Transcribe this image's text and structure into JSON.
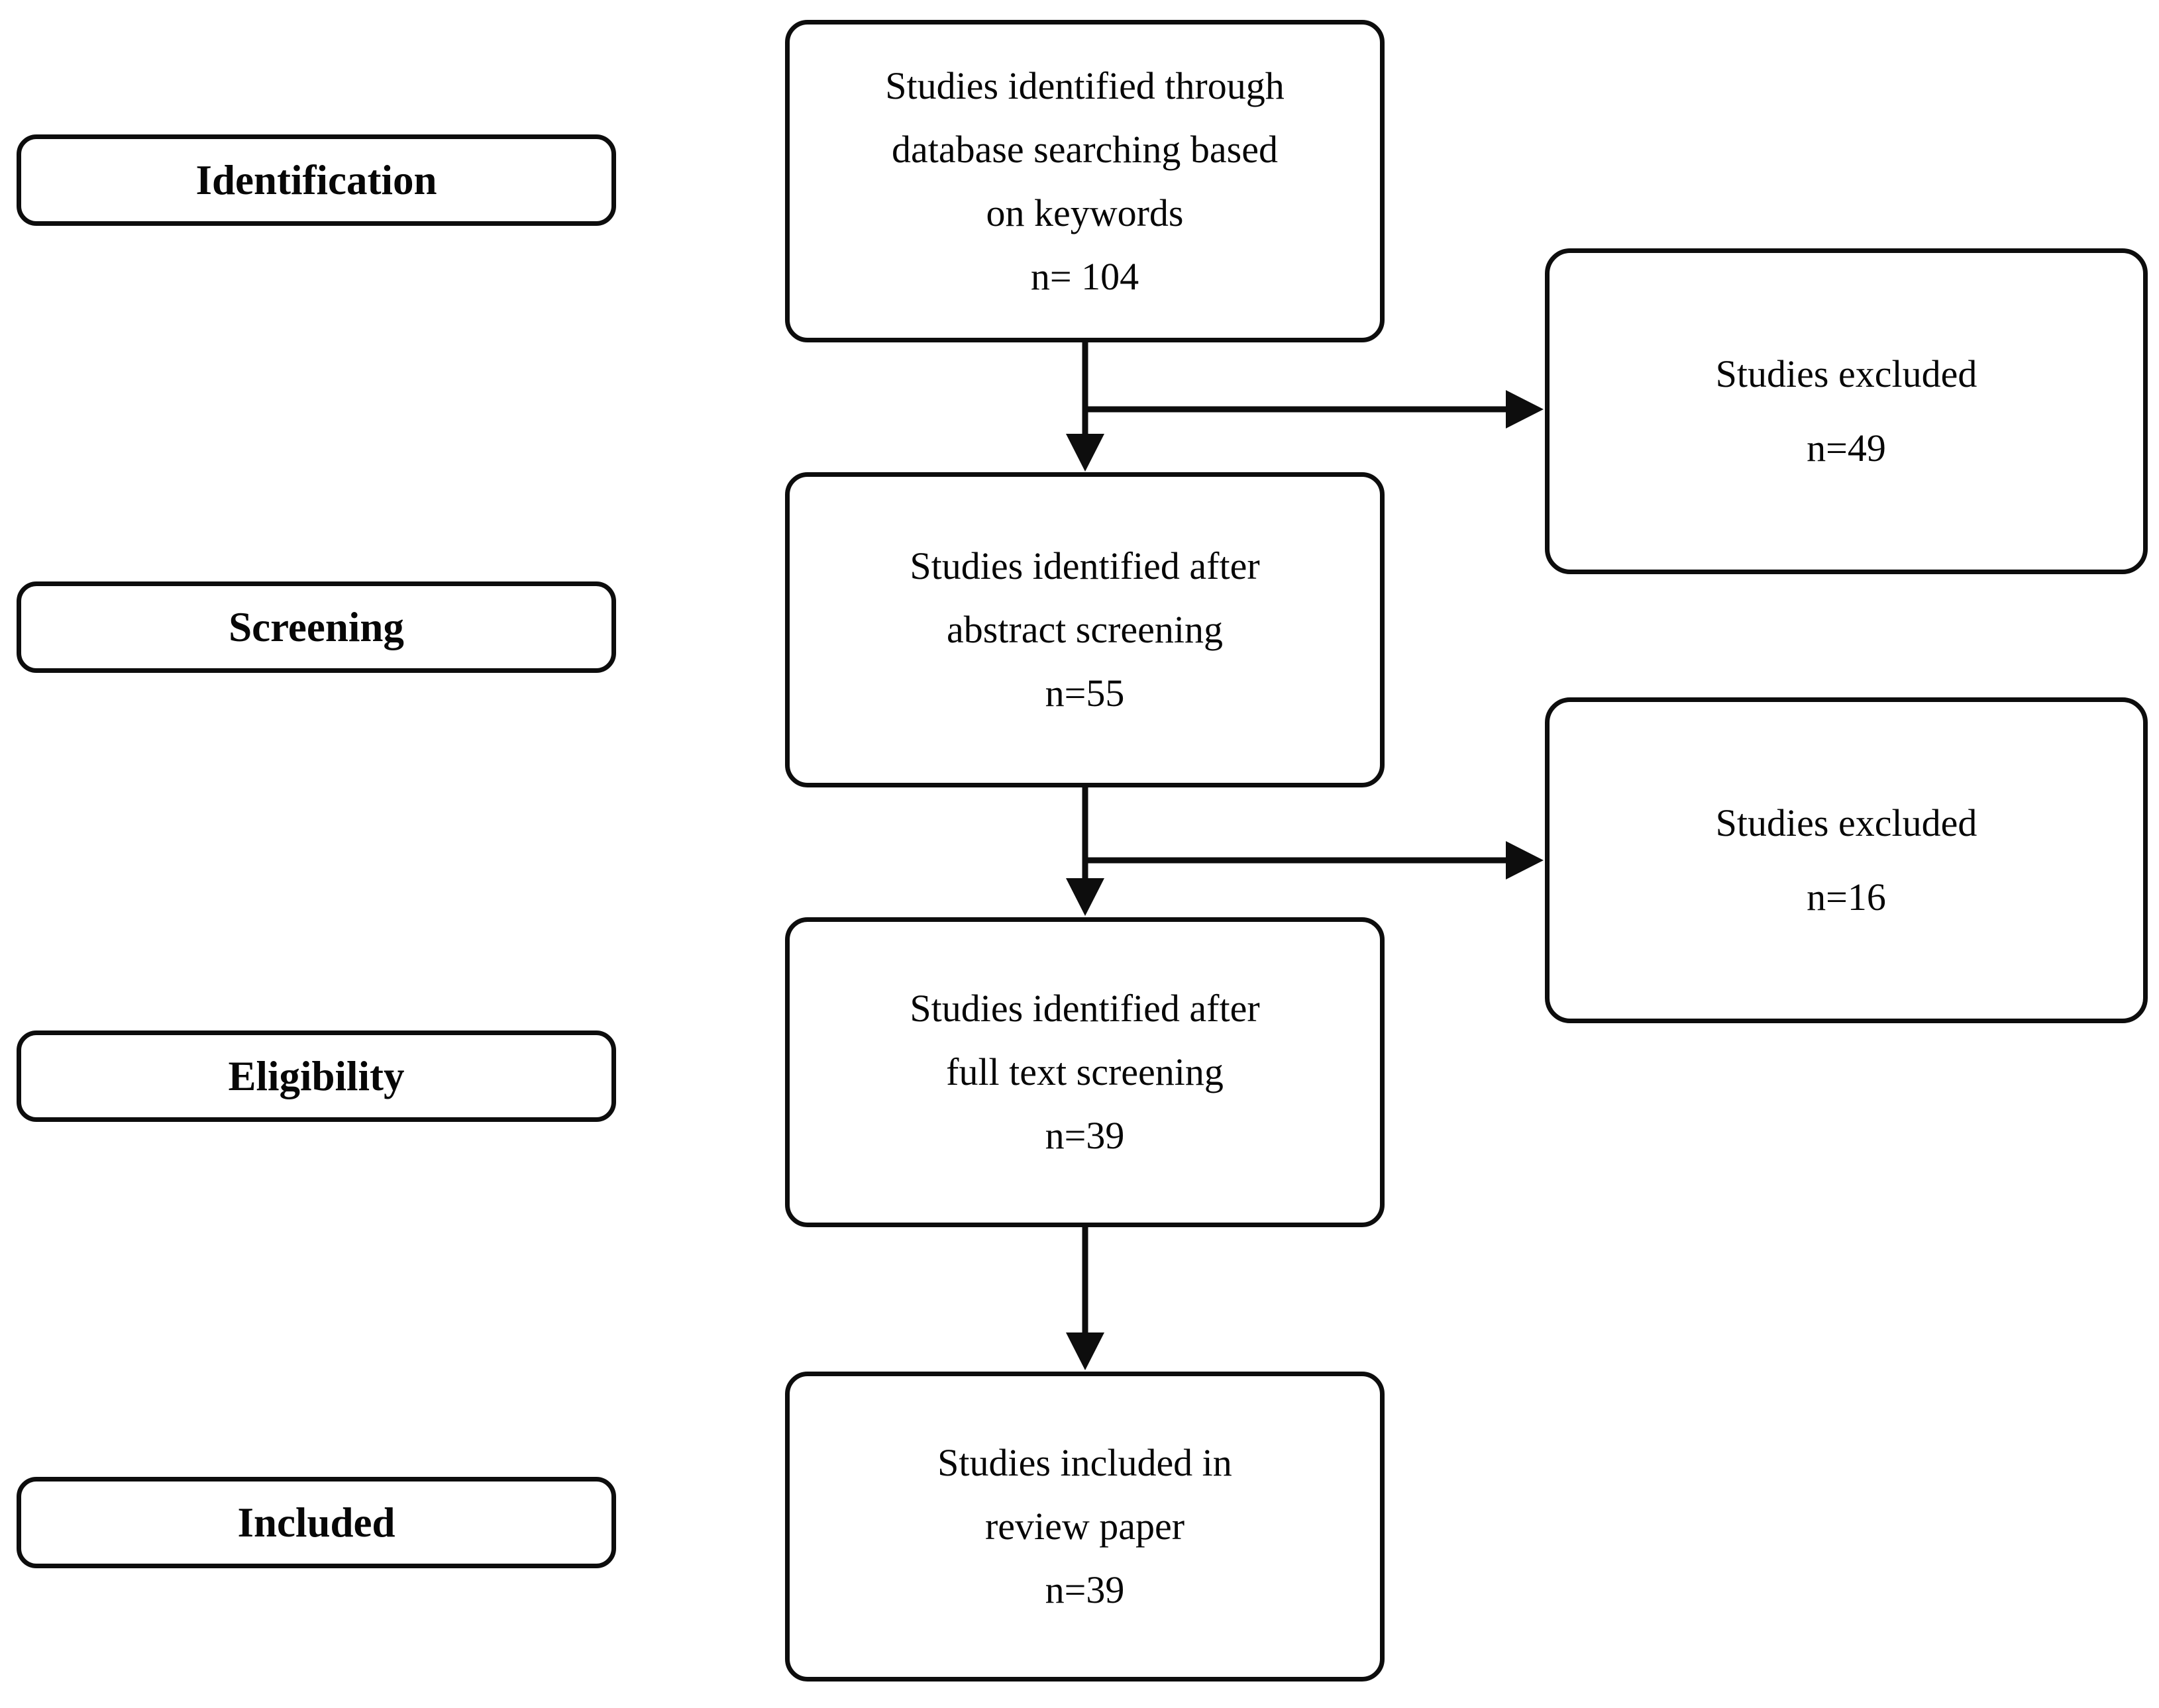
{
  "palette": {
    "background": "#ffffff",
    "box_fill": "#ffffff",
    "box_border": "#0d0d0d",
    "text": "#070707",
    "arrow": "#0d0d0d"
  },
  "stages": [
    {
      "label": "Identification"
    },
    {
      "label": "Screening"
    },
    {
      "label": "Eligibility"
    },
    {
      "label": "Included"
    }
  ],
  "flow_boxes": [
    {
      "lines": [
        "Studies identified through",
        "database searching based",
        "on keywords"
      ],
      "count": "n= 104"
    },
    {
      "lines": [
        "Studies identified after",
        "abstract screening"
      ],
      "count": "n=55"
    },
    {
      "lines": [
        "Studies identified after",
        "full text screening"
      ],
      "count": "n=39"
    },
    {
      "lines": [
        "Studies included in",
        "review paper"
      ],
      "count": "n=39"
    }
  ],
  "excluded_boxes": [
    {
      "label": "Studies excluded",
      "count": "n=49"
    },
    {
      "label": "Studies excluded",
      "count": "n=16"
    }
  ]
}
